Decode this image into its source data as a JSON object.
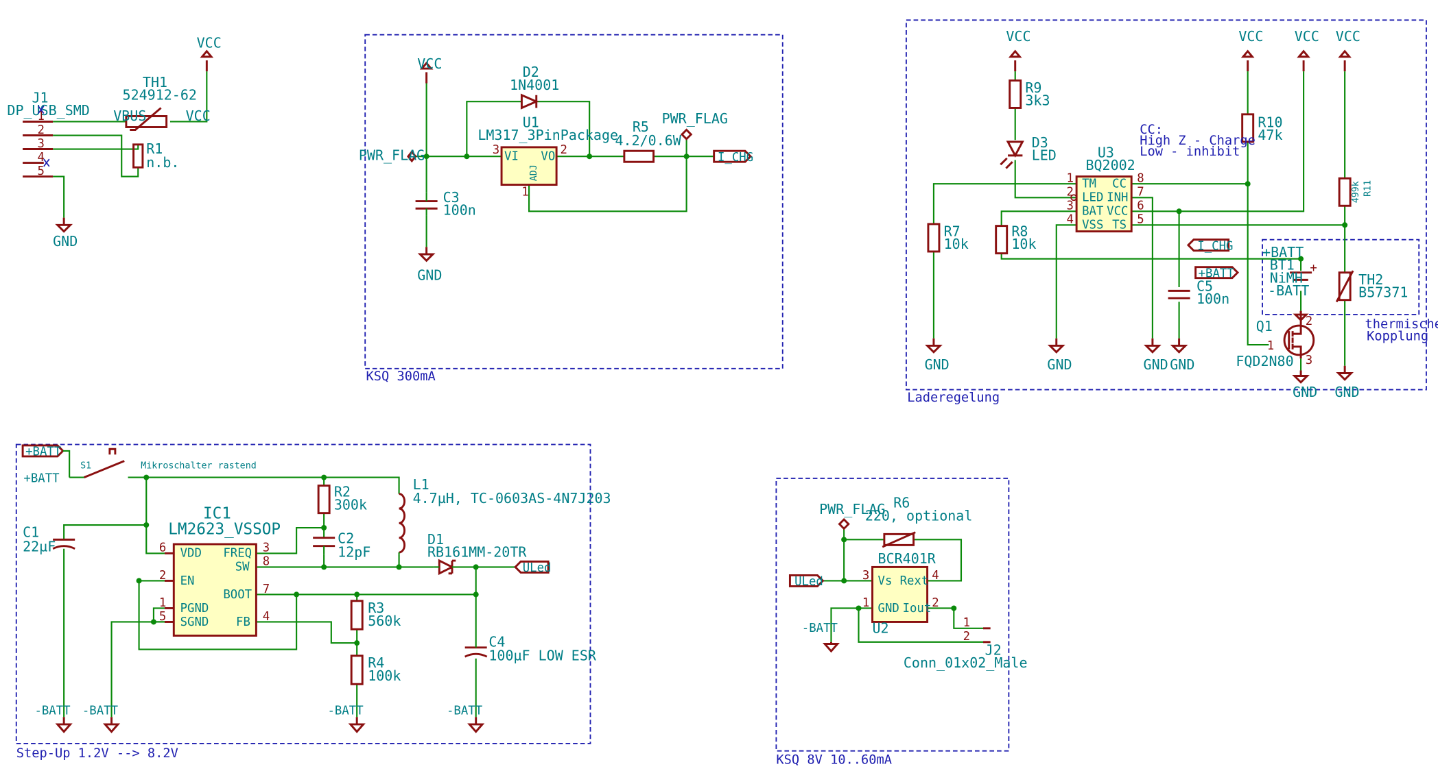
{
  "frames": {
    "ksq300": "KSQ 300mA",
    "laderegelung": "Laderegelung",
    "stepup": "Step-Up 1.2V --> 8.2V",
    "ksq8v": "KSQ 8V 10..60mA"
  },
  "nets": {
    "vcc": "VCC",
    "gnd": "GND",
    "pwr_flag": "PWR_FLAG",
    "i_chg": "I_CHG",
    "pbatt": "+BATT",
    "mbatt": "-BATT",
    "uled": "ULed",
    "vbus": "VBUS"
  },
  "components": {
    "J1": {
      "ref": "J1",
      "value": "DP_USB_SMD"
    },
    "TH1": {
      "ref": "TH1",
      "value": "524912-62"
    },
    "R1": {
      "ref": "R1",
      "value": "n.b."
    },
    "D2": {
      "ref": "D2",
      "value": "1N4001"
    },
    "U1": {
      "ref": "U1",
      "value": "LM317_3PinPackage"
    },
    "R5": {
      "ref": "R5",
      "value": "4.2/0.6W"
    },
    "C3": {
      "ref": "C3",
      "value": "100n"
    },
    "R9": {
      "ref": "R9",
      "value": "3k3"
    },
    "D3": {
      "ref": "D3",
      "value": "LED"
    },
    "U3": {
      "ref": "U3",
      "value": "BQ2002"
    },
    "R10": {
      "ref": "R10",
      "value": "47k"
    },
    "R11": {
      "ref": "R11",
      "value": "499k"
    },
    "R7": {
      "ref": "R7",
      "value": "10k"
    },
    "R8": {
      "ref": "R8",
      "value": "10k"
    },
    "C5": {
      "ref": "C5",
      "value": "100n"
    },
    "BT1": {
      "ref": "BT1",
      "value": "NiMH"
    },
    "TH2": {
      "ref": "TH2",
      "value": "B57371"
    },
    "Q1": {
      "ref": "Q1",
      "value": "FQD2N80"
    },
    "S1": {
      "ref": "S1",
      "value": "Mikroschalter rastend"
    },
    "C1": {
      "ref": "C1",
      "value": "22µF"
    },
    "IC1": {
      "ref": "IC1",
      "value": "LM2623_VSSOP"
    },
    "R2": {
      "ref": "R2",
      "value": "300k"
    },
    "C2": {
      "ref": "C2",
      "value": "12pF"
    },
    "L1": {
      "ref": "L1",
      "value": "4.7µH, TC-0603AS-4N7J203"
    },
    "D1": {
      "ref": "D1",
      "value": "RB161MM-20TR"
    },
    "R3": {
      "ref": "R3",
      "value": "560k"
    },
    "R4": {
      "ref": "R4",
      "value": "100k"
    },
    "C4": {
      "ref": "C4",
      "value": "100µF LOW ESR"
    },
    "R6": {
      "ref": "R6",
      "value": "220, optional"
    },
    "U2": {
      "ref": "U2",
      "value": "BCR401R"
    },
    "J2": {
      "ref": "J2",
      "value": "Conn_01x02_Male"
    }
  },
  "pins": {
    "u1": {
      "vi": "VI",
      "vo": "VO",
      "adj": "ADJ"
    },
    "u3": {
      "tm": "TM",
      "led": "LED",
      "bat": "BAT",
      "vss": "VSS",
      "cc": "CC",
      "inh": "INH",
      "vcc": "VCC",
      "ts": "TS"
    },
    "ic1": {
      "vdd": "VDD",
      "en": "EN",
      "pgnd": "PGND",
      "sgnd": "SGND",
      "freq": "FREQ",
      "sw": "SW",
      "boot": "BOOT",
      "fb": "FB"
    },
    "u2": {
      "vs": "Vs",
      "rext": "Rext",
      "gnd": "GND",
      "iout": "Iout"
    }
  },
  "notes": {
    "cc_title": "CC:",
    "cc_line1": "High Z - Charge",
    "cc_line2": "Low - inhibit",
    "thermal1": "thermische",
    "thermal2": "Kopplung"
  },
  "colors": {
    "wire": "#0a8a0a",
    "component": "#8a1010",
    "text": "#007e86",
    "frame": "#2020b0",
    "body_fill": "#ffffc2"
  }
}
